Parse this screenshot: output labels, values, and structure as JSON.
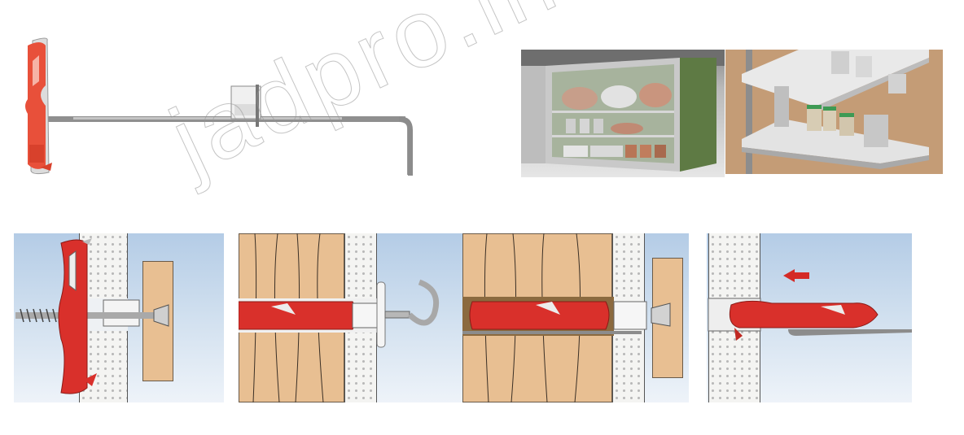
{
  "image": {
    "description": "Product illustration of a plastic toggle wall anchor with steel strap",
    "watermark": "jadpro.inshop.cz"
  },
  "product_view": {
    "label": "anchor-with-strap",
    "colors": {
      "anchor_red": "#e8503a",
      "metal": "#9a9a9a"
    }
  },
  "photos": [
    {
      "label": "kitchen-wall-cabinet",
      "colors": {
        "cabinet_green": "#5e7a44",
        "frame": "#c9c9c9"
      }
    },
    {
      "label": "wall-shelves-with-jars",
      "colors": {
        "wall": "#c39a72",
        "shelf": "#e9e9e9"
      }
    }
  ],
  "steps": [
    {
      "index": 1,
      "label": "step-1-screw-through-anchor"
    },
    {
      "index": 2,
      "label": "step-2-hook-installed"
    },
    {
      "index": 3,
      "label": "step-3-screw-fixed-with-board"
    },
    {
      "index": 4,
      "label": "step-4-insert-anchor-into-hole"
    }
  ],
  "colors": {
    "sky_top": "#b4cce6",
    "plaster": "#f4f4f2",
    "wood": "#e8bf92",
    "plug_red": "#d9302b",
    "arrow_red": "#d42a26"
  }
}
